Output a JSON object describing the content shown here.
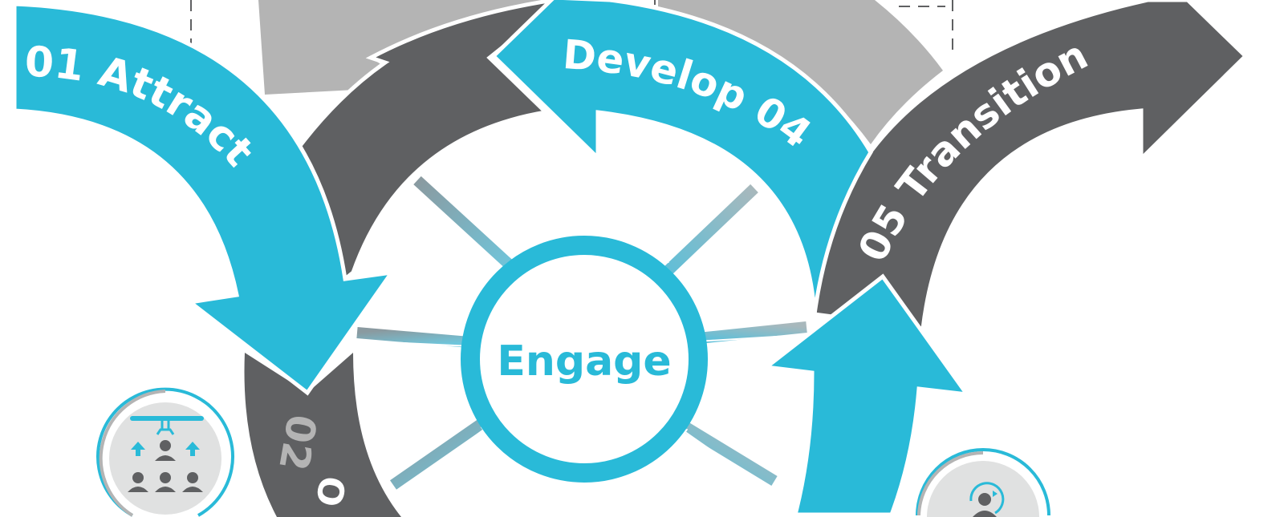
{
  "center": {
    "label": "Engage"
  },
  "stages": [
    {
      "label": "01 Attract"
    },
    {
      "label": "02",
      "partial": "O"
    },
    {
      "label": "Develop 04"
    },
    {
      "label": "05 Transition"
    }
  ],
  "colors": {
    "cyan": "#29bad8",
    "dark": "#5f6062",
    "light_gray": "#b4b4b4",
    "icon_bg": "#e0e1e1"
  },
  "icons": [
    "recruit-team-icon",
    "person-cycle-icon"
  ]
}
